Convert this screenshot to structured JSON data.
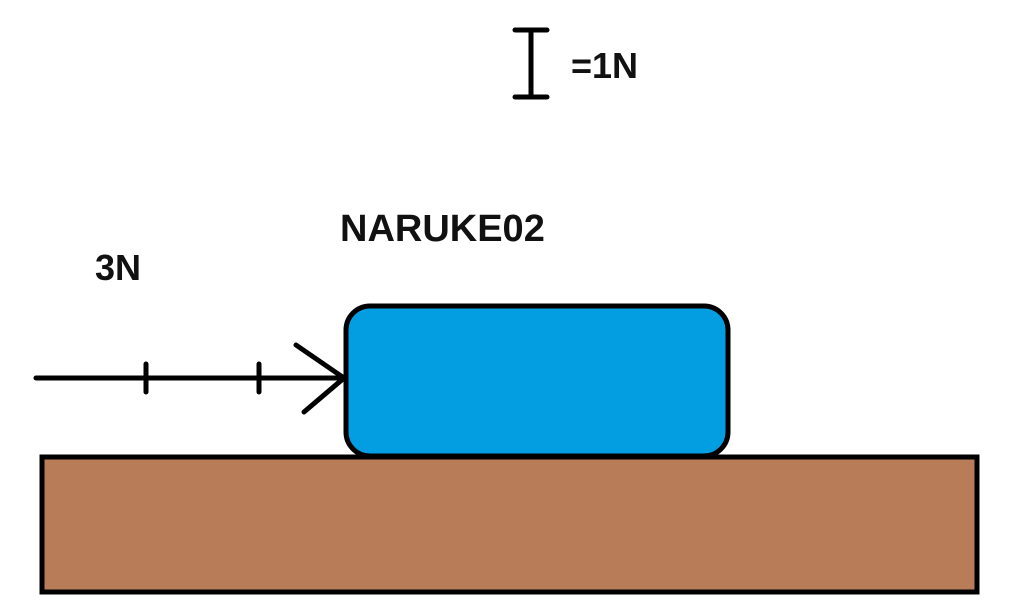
{
  "scale": {
    "label": "=1N"
  },
  "block": {
    "label": "NARUKE02",
    "color": "#039ee2"
  },
  "force": {
    "label": "3N",
    "magnitude_units": 3
  },
  "ground": {
    "color": "#b87c58"
  },
  "stroke_color": "#000000"
}
